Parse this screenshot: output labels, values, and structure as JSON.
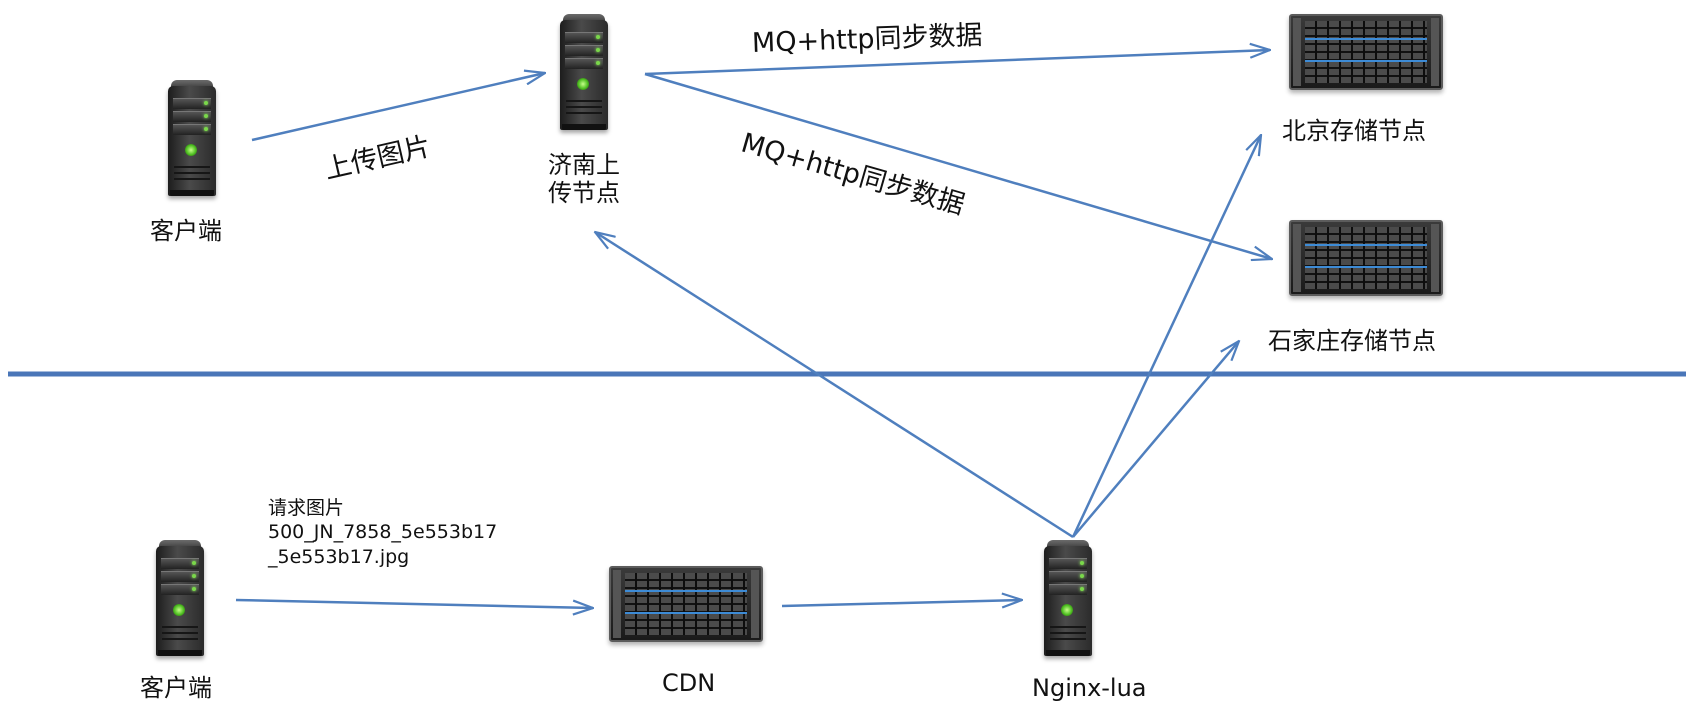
{
  "nodes": {
    "client_top": "客户端",
    "jinan_upload_line1": "济南上",
    "jinan_upload_line2": "传节点",
    "beijing_storage": "北京存储节点",
    "shijiazhuang_storage": "石家庄存储节点",
    "client_bottom": "客户端",
    "cdn": "CDN",
    "nginx_lua": "Nginx-lua"
  },
  "edges": {
    "upload_image": "上传图片",
    "sync_beijing": "MQ+http同步数据",
    "sync_shijiazhuang": "MQ+http同步数据"
  },
  "request_note": {
    "line1": "请求图片",
    "line2": "500_JN_7858_5e553b17",
    "line3": "_5e553b17.jpg"
  },
  "colors": {
    "arrow": "#4f7fbe",
    "divider": "#4a76b8"
  },
  "icons": {
    "client_top": "tower-server-icon",
    "jinan_upload": "tower-server-icon",
    "beijing_storage": "rack-server-icon",
    "shijiazhuang_storage": "rack-server-icon",
    "client_bottom": "tower-server-icon",
    "cdn": "rack-server-icon",
    "nginx_lua": "tower-server-icon"
  }
}
